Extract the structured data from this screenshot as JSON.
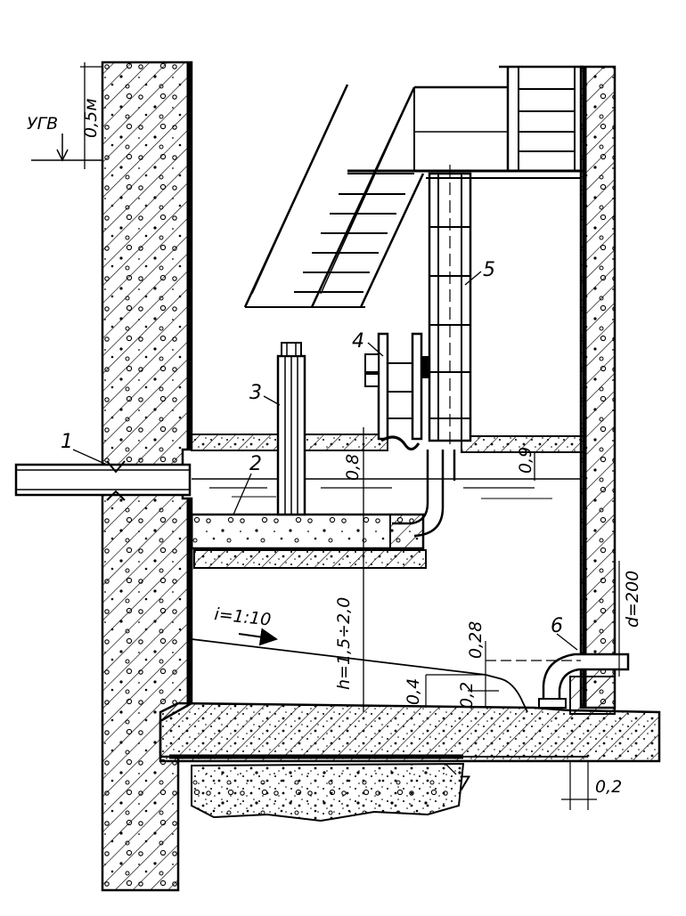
{
  "labels": {
    "pipe_inlet": "1",
    "screen_channel": "2",
    "screen_rod": "3",
    "handwheel": "4",
    "ladder": "5",
    "outlet_pipe": "6",
    "floor_slab": "7"
  },
  "dims": {
    "ugv": "УГВ",
    "half_m": "0,5м",
    "d08": "0,8",
    "d09": "0,9",
    "height": "h=1,5÷2,0",
    "slope": "i=1:10",
    "d028": "0,28",
    "d04": "0,4",
    "d02a": "0,2",
    "d200": "d=200",
    "d02b": "0,2"
  }
}
